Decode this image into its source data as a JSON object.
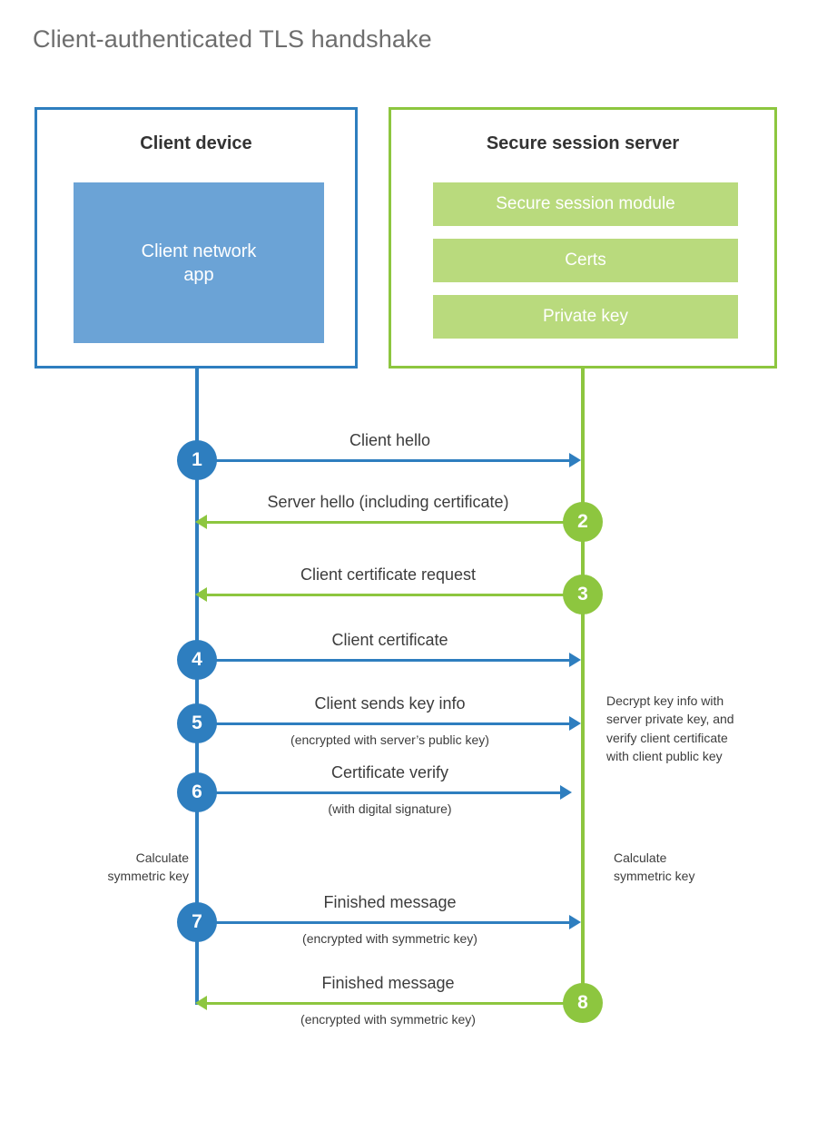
{
  "title": "Client-authenticated TLS handshake",
  "colors": {
    "client_blue": "#2e7ebf",
    "client_app_blue": "#6ba3d6",
    "server_green": "#8dc63f",
    "server_bar_green": "#b9da7d",
    "title_gray": "#6e6e6e",
    "text_gray": "#3c3c3c",
    "background": "#ffffff"
  },
  "client": {
    "title": "Client device",
    "app_label_line1": "Client network",
    "app_label_line2": "app"
  },
  "server": {
    "title": "Secure session server",
    "bars": [
      {
        "label": "Secure session module"
      },
      {
        "label": "Certs"
      },
      {
        "label": "Private key"
      }
    ]
  },
  "steps": [
    {
      "number": "1",
      "label": "Client hello",
      "sublabel": "",
      "direction": "client-to-server",
      "color": "blue"
    },
    {
      "number": "2",
      "label": "Server hello (including certificate)",
      "sublabel": "",
      "direction": "server-to-client",
      "color": "green"
    },
    {
      "number": "3",
      "label": "Client certificate request",
      "sublabel": "",
      "direction": "server-to-client",
      "color": "green"
    },
    {
      "number": "4",
      "label": "Client certificate",
      "sublabel": "",
      "direction": "client-to-server",
      "color": "blue"
    },
    {
      "number": "5",
      "label": "Client sends key info",
      "sublabel": "(encrypted with server’s public key)",
      "direction": "client-to-server",
      "color": "blue"
    },
    {
      "number": "6",
      "label": "Certificate verify",
      "sublabel": "(with digital signature)",
      "direction": "client-to-server",
      "color": "blue"
    },
    {
      "number": "7",
      "label": "Finished message",
      "sublabel": "(encrypted with symmetric key)",
      "direction": "client-to-server",
      "color": "blue"
    },
    {
      "number": "8",
      "label": "Finished message",
      "sublabel": "(encrypted with symmetric key)",
      "direction": "server-to-client",
      "color": "green"
    }
  ],
  "annotations": {
    "server_note": {
      "line1": "Decrypt key info with",
      "line2": "server private key, and",
      "line3": "verify client certificate",
      "line4": "with client public key"
    },
    "calculate_left": {
      "line1": "Calculate",
      "line2": "symmetric key"
    },
    "calculate_right": {
      "line1": "Calculate",
      "line2": "symmetric key"
    }
  }
}
